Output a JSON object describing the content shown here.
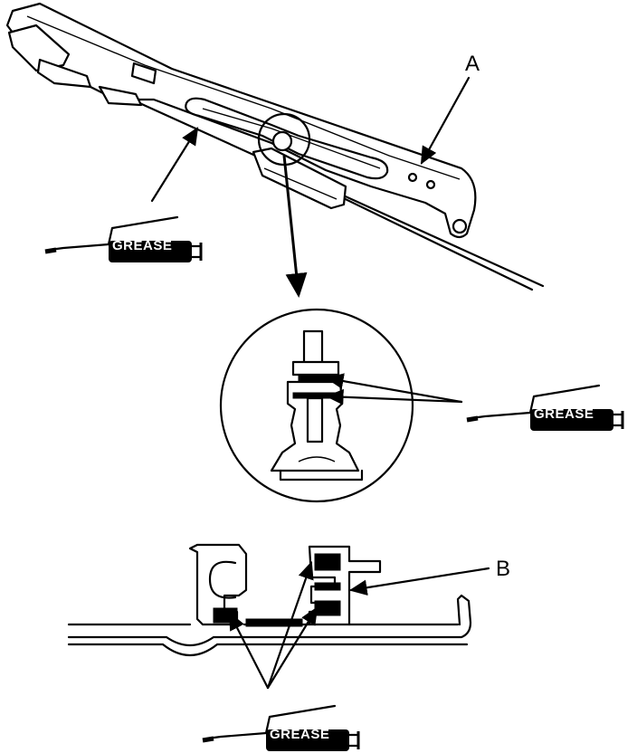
{
  "labels": {
    "part_a": "A",
    "part_b": "B"
  },
  "grease": {
    "label": "GREASE"
  }
}
